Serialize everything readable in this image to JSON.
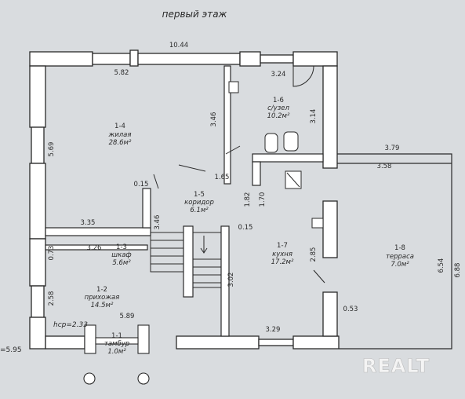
{
  "title": "первый этаж",
  "rooms": [
    {
      "number": "1-4",
      "name": "жилая",
      "area": "28.6м²"
    },
    {
      "number": "1-6",
      "name": "с/узел",
      "area": "10.2м²"
    },
    {
      "number": "1-5",
      "name": "коридор",
      "area": "6.1м²"
    },
    {
      "number": "1-3",
      "name": "шкаф",
      "area": "5.6м²"
    },
    {
      "number": "1-2",
      "name": "прихожая",
      "area": "14.5м²"
    },
    {
      "number": "1-7",
      "name": "кухня",
      "area": "17.2м²"
    },
    {
      "number": "1-8",
      "name": "терраса",
      "area": "7.0м²"
    },
    {
      "number": "1-1",
      "name": "тамбур",
      "area": "1.0м²"
    }
  ],
  "dimensions": [
    "10.44",
    "5.82",
    "3.24",
    "3.14",
    "3.46",
    "5.69",
    "1.65",
    "0.15",
    "1.82",
    "1.70",
    "3.79",
    "3.58",
    "3.35",
    "3.46",
    "0.15",
    "3.26",
    "0.73",
    "2.85",
    "6.54",
    "6.88",
    "3.02",
    "2.58",
    "5.89",
    "3.29",
    "0.53"
  ],
  "floor_height": "hср=2.33",
  "edge_label": "=5.95",
  "watermark": "REALT",
  "colors": {
    "paper": "#d9dcdf",
    "wall": "#ffffff",
    "ink": "#2a2a2a",
    "watermark": "#f4f4f4"
  }
}
